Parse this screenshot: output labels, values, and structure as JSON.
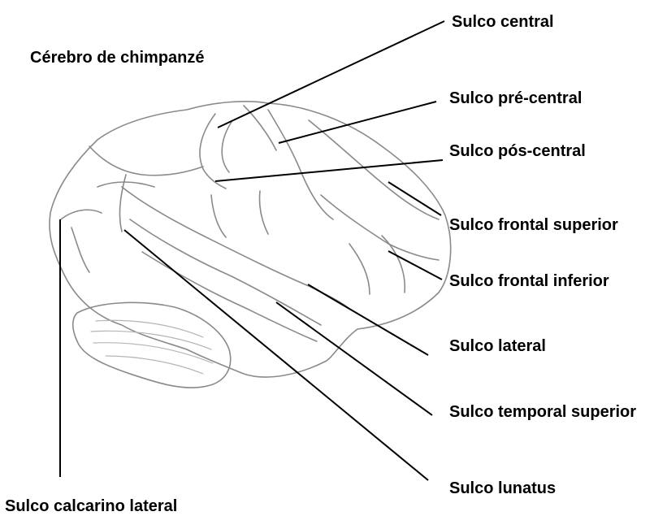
{
  "title": "Cérebro de chimpanzé",
  "labels": {
    "sulco_central": "Sulco central",
    "sulco_pre_central": "Sulco pré-central",
    "sulco_pos_central": "Sulco pós-central",
    "sulco_frontal_superior": "Sulco frontal superior",
    "sulco_frontal_inferior": "Sulco frontal inferior",
    "sulco_lateral": "Sulco lateral",
    "sulco_temporal_superior": "Sulco temporal superior",
    "sulco_lunatus": "Sulco lunatus",
    "sulco_calcarino_lateral": "Sulco calcarino lateral"
  },
  "colors": {
    "line": "#000000",
    "sketch": "#8a8a8a",
    "background": "#ffffff"
  }
}
